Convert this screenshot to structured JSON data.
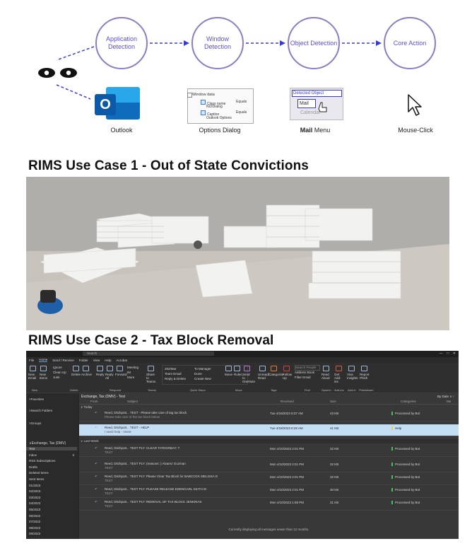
{
  "diagram": {
    "steps": [
      "Application Detection",
      "Window Detection",
      "Object Detection",
      "Core Action"
    ],
    "captions": [
      "Outlook",
      "Options Dialog",
      "Mail Menu",
      "Mouse-Click"
    ],
    "caption_mail_bold": "Mail",
    "caption_mail_rest": " Menu",
    "options_dialog": {
      "title": "Window data",
      "rows": [
        {
          "label": "Class name",
          "value": "Equals"
        },
        {
          "label": "NUIDialog",
          "value": ""
        },
        {
          "label": "Caption",
          "value": "Equals"
        },
        {
          "label": "Outlook Options",
          "value": ""
        }
      ]
    },
    "mail_menu": {
      "detected": "Detected Object",
      "item": "Mail",
      "sub": "Calendar"
    },
    "outlook_letter": "O"
  },
  "use_case_1": {
    "title": "RIMS Use Case 1 - Out of State Convictions"
  },
  "use_case_2": {
    "title": "RIMS Use Case 2 - Tax Block Removal"
  },
  "outlook": {
    "search_placeholder": "Search",
    "window_controls": [
      "—",
      "□",
      "✕"
    ],
    "menu": [
      "File",
      "Home",
      "Send / Receive",
      "Folder",
      "View",
      "Help",
      "Acrobat"
    ],
    "ribbon_groups": [
      "New",
      "Delete",
      "Respond",
      "Teams",
      "Quick Steps",
      "Move",
      "Tags",
      "Find",
      "Speech",
      "Add-ins",
      "Add-in",
      "PhishAlarm"
    ],
    "ribbon_buttons": {
      "new_email": "New Email",
      "new_items": "New Items",
      "ignore": "Ignore",
      "clean_up": "Clean Up",
      "junk": "Junk",
      "delete": "Delete",
      "archive": "Archive",
      "reply": "Reply",
      "reply_all": "Reply All",
      "forward": "Forward",
      "meeting": "Meeting",
      "im": "IM",
      "more": "More",
      "share_teams": "Share to Teams",
      "qs1": "202/Mar",
      "qs2": "Team Email",
      "qs3": "Reply & Delete",
      "qs4": "To Manager",
      "qs5": "Done",
      "qs6": "Create New",
      "move": "Move",
      "rules": "Rules",
      "onenote": "Send to OneNote",
      "unread": "Unread/ Read",
      "categorize": "Categorize",
      "follow_up": "Follow Up",
      "search_people": "Search People",
      "address_book": "Address Book",
      "filter_email": "Filter Email",
      "read_aloud": "Read Aloud",
      "get_addins": "Get Add-ins",
      "viva": "Viva Insights",
      "report_phish": "Report Phish"
    },
    "sidebar": {
      "favorites": "Favorites",
      "search_folders": "Search Folders",
      "groups": "Groups",
      "account": "Exchange, Tax (DMV)",
      "folders": [
        {
          "label": "Test",
          "count": ""
        },
        {
          "label": "Inbox",
          "count": "3"
        },
        {
          "label": "RSS Subscriptions",
          "count": ""
        },
        {
          "label": "Drafts",
          "count": ""
        },
        {
          "label": "Deleted Items",
          "count": ""
        },
        {
          "label": "Sent Items",
          "count": ""
        },
        {
          "label": "01/2023",
          "count": ""
        },
        {
          "label": "02/2023",
          "count": ""
        },
        {
          "label": "03/2023",
          "count": ""
        },
        {
          "label": "04/2023",
          "count": ""
        },
        {
          "label": "05/2022",
          "count": ""
        },
        {
          "label": "06/2022",
          "count": ""
        },
        {
          "label": "07/2022",
          "count": ""
        },
        {
          "label": "08/2022",
          "count": ""
        },
        {
          "label": "09/2022",
          "count": ""
        }
      ]
    },
    "list": {
      "header": "Exchange, Tax (DMV) - Test",
      "sort": "By Date",
      "columns": [
        "From",
        "Subject",
        "Received",
        "Size",
        "Categories",
        "Me"
      ],
      "group_today": "Today",
      "group_last_week": "Last Week",
      "rows": [
        {
          "from": "Reed, Ditchpott... TEST - Please take care of tag tax block",
          "preview": "Please take care of the tax block below",
          "received": "Tue 4/18/2023 8:37 AM",
          "size": "43 KB",
          "category": "Processed by Bot",
          "tag": "#45c45a",
          "selected": false
        },
        {
          "from": "Reed, Ditchpott... TEST - HELP",
          "preview": "I need help - retest",
          "received": "Tue 4/18/2023 8:29 AM",
          "size": "41 KB",
          "category": "Help",
          "tag": "#e8d23a",
          "selected": true
        },
        {
          "from": "Reed, Ditchpott... TEST PLY: CLEAR TATEGRBAY: T",
          "preview": "TEST",
          "received": "Mon 4/10/2023 2:01 PM",
          "size": "32 KB",
          "category": "Processed by Bot",
          "tag": "#45c45a",
          "selected": false
        },
        {
          "from": "Reed, Ditchpott... TEST PLY: (reasons: ) Alvarez Guzman",
          "preview": "TEST",
          "received": "Mon 4/10/2023 2:01 PM",
          "size": "32 KB",
          "category": "Processed by Bot",
          "tag": "#45c45a",
          "selected": false
        },
        {
          "from": "Reed, Ditchpott... TEST PLY: Please Clear Tax Block for BABCOCK MELISSA D",
          "preview": "TEST",
          "received": "Mon 4/10/2023 2:01 PM",
          "size": "32 KB",
          "category": "Processed by Bot",
          "tag": "#45c45a",
          "selected": false
        },
        {
          "from": "Reed, Ditchpott... TEST PLY: PLEASE RELEASE EDENGARL KEITH M",
          "preview": "TEST",
          "received": "Mon 4/10/2023 2:01 PM",
          "size": "30 KB",
          "category": "Processed by Bot",
          "tag": "#45c45a",
          "selected": false
        },
        {
          "from": "Reed, Ditchpott... TEST PLY: REMOVAL OF TAX BLOCK JENKINAS",
          "preview": "TEST",
          "received": "Mon 4/10/2023 1:58 PM",
          "size": "31 KB",
          "category": "Processed by Bot",
          "tag": "#45c45a",
          "selected": false
        }
      ],
      "footer": "Currently displaying all messages newer than 12 months."
    }
  },
  "colors": {
    "accent": "#3a3ad8",
    "bubble_border": "#8e7cc3",
    "outlook_blue": "#0f6cbd",
    "selected_row": "#c4dff5"
  }
}
